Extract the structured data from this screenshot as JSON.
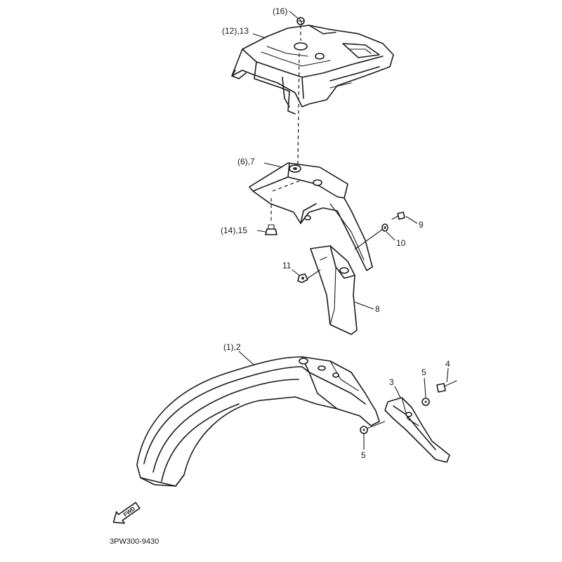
{
  "diagram": {
    "callouts": {
      "c16": "(16)",
      "c12_13": "(12),13",
      "c6_7": "(6),7",
      "c14_15": "(14),15",
      "c9": "9",
      "c10": "10",
      "c11": "11",
      "c8": "8",
      "c1_2": "(1),2",
      "c3": "3",
      "c4": "4",
      "c5_upper": "5",
      "c5_lower": "5"
    },
    "direction_arrow": "FWD",
    "drawing_code": "3PW300-9430"
  }
}
